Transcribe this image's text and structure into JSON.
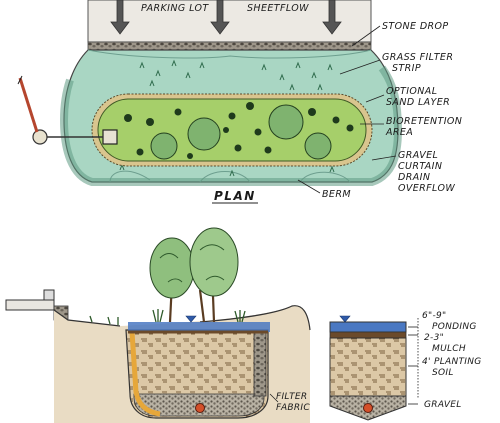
{
  "plan": {
    "title": "PLAN",
    "parking_lot": "PARKING LOT",
    "sheetflow": "SHEETFLOW",
    "labels": {
      "stone_drop": "STONE DROP",
      "grass_filter": [
        "GRASS FILTER",
        "STRIP"
      ],
      "sand_layer": [
        "OPTIONAL",
        "SAND LAYER"
      ],
      "bioretention": [
        "BIORETENTION",
        "AREA"
      ],
      "gravel_curtain": [
        "GRAVEL",
        "CURTAIN",
        "DRAIN",
        "OVERFLOW"
      ],
      "berm": "BERM"
    }
  },
  "section": {
    "ponding": "6\"-9\"",
    "ponding2": "PONDING",
    "mulch": "2-3\"",
    "mulch2": "MULCH",
    "soil": "4' PLANTING",
    "soil2": "SOIL",
    "gravel": "GRAVEL",
    "fabric": [
      "FILTER",
      "FABRIC"
    ]
  },
  "colors": {
    "grass": "#a9d6c3",
    "bed": "#a6cf6a",
    "pavement": "#ece9e3",
    "soil": "#d8c3a1",
    "water": "#4a78c2",
    "gravel": "#8a8275",
    "drain": "#d4502a"
  }
}
